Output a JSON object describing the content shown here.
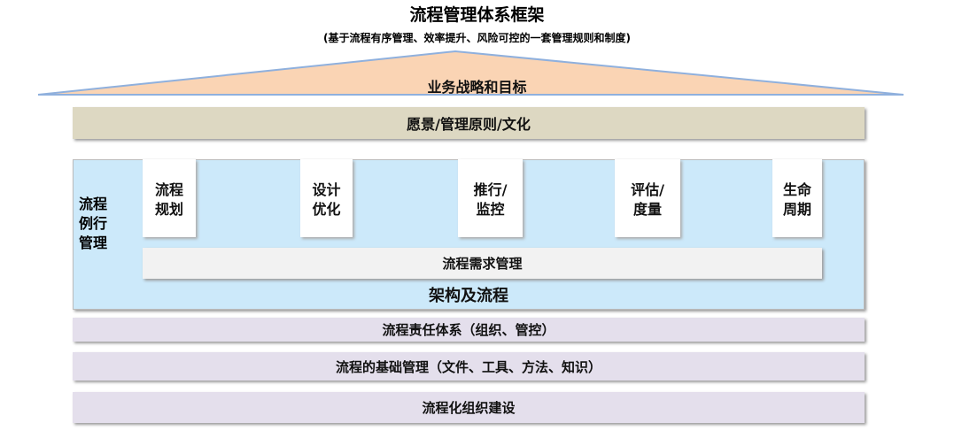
{
  "title": "流程管理体系框架",
  "subtitle": "(基于流程有序管理、效率提升、风险可控的一套管理规则和制度)",
  "strategy": "业务战略和目标",
  "vision": "愿景/管理原则/文化",
  "routine": "流程例行管理",
  "pillars": [
    {
      "l1": "流程",
      "l2": "规划"
    },
    {
      "l1": "设计",
      "l2": "优化"
    },
    {
      "l1": "推行/",
      "l2": "监控"
    },
    {
      "l1": "评估/",
      "l2": "度量"
    },
    {
      "l1": "生命",
      "l2": "周期"
    }
  ],
  "demand": "流程需求管理",
  "architecture": "架构及流程",
  "layers": [
    "流程责任体系（组织、管控）",
    "流程的基础管理（文件、工具、方法、知识）",
    "流程化组织建设"
  ],
  "colors": {
    "strategy": "#fad4b4",
    "vision": "#ddd8c2",
    "architecture": "#cce9fa",
    "layers": "#e4dfec"
  }
}
